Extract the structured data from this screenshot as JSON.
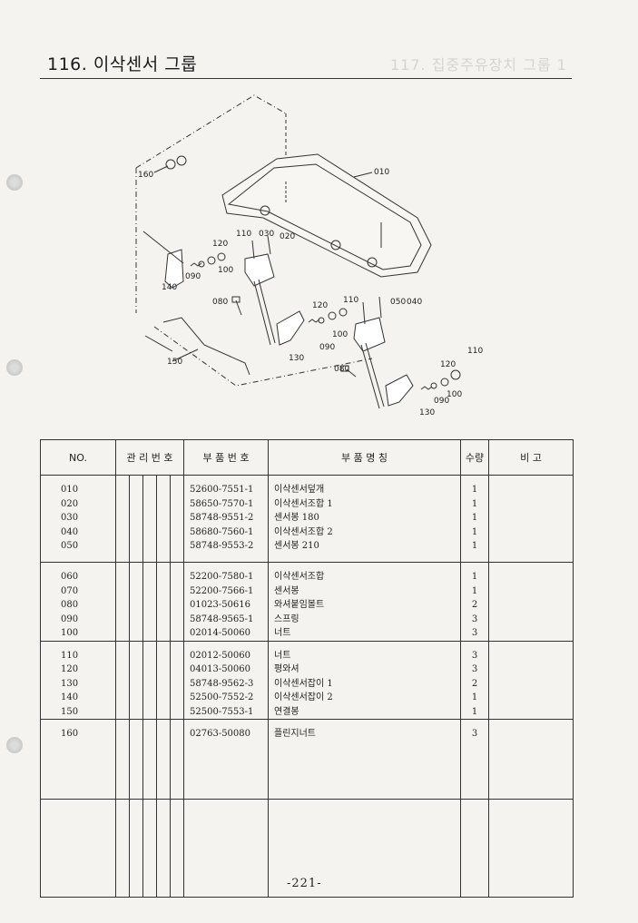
{
  "page": {
    "title": "116. 이삭센서 그룹",
    "ghost_header": "117. 집중주유장치 그룹 1",
    "page_number": "-221-"
  },
  "diagram": {
    "callouts": [
      "010",
      "020",
      "030",
      "040",
      "050",
      "080",
      "090",
      "100",
      "110",
      "120",
      "130",
      "140",
      "150",
      "160",
      "110",
      "120",
      "090",
      "100",
      "080",
      "130",
      "120",
      "110",
      "090",
      "100"
    ]
  },
  "table": {
    "headers": {
      "no": "NO.",
      "mgmt": "관 리 번 호",
      "part_no": "부 품 번 호",
      "name": "부 품 명 칭",
      "qty": "수량",
      "remark": "비 고"
    },
    "groups": [
      {
        "rows": [
          {
            "no": "010",
            "part_no": "52600-7551-1",
            "name": "이삭센서덮개",
            "qty": "1"
          },
          {
            "no": "020",
            "part_no": "58650-7570-1",
            "name": "이삭센서조합 1",
            "qty": "1"
          },
          {
            "no": "030",
            "part_no": "58748-9551-2",
            "name": "센서봉 180",
            "qty": "1"
          },
          {
            "no": "040",
            "part_no": "58680-7560-1",
            "name": "이삭센서조합 2",
            "qty": "1"
          },
          {
            "no": "050",
            "part_no": "58748-9553-2",
            "name": "센서봉 210",
            "qty": "1"
          }
        ]
      },
      {
        "rows": [
          {
            "no": "060",
            "part_no": "52200-7580-1",
            "name": "이삭센서조합",
            "qty": "1"
          },
          {
            "no": "070",
            "part_no": "52200-7566-1",
            "name": "센서봉",
            "qty": "1"
          },
          {
            "no": "080",
            "part_no": "01023-50616",
            "name": "와셔붙임볼트",
            "qty": "2"
          },
          {
            "no": "090",
            "part_no": "58748-9565-1",
            "name": "스프링",
            "qty": "3"
          },
          {
            "no": "100",
            "part_no": "02014-50060",
            "name": "너트",
            "qty": "3"
          }
        ]
      },
      {
        "rows": [
          {
            "no": "110",
            "part_no": "02012-50060",
            "name": "너트",
            "qty": "3"
          },
          {
            "no": "120",
            "part_no": "04013-50060",
            "name": "평와셔",
            "qty": "3"
          },
          {
            "no": "130",
            "part_no": "58748-9562-3",
            "name": "이삭센서잡이 1",
            "qty": "2"
          },
          {
            "no": "140",
            "part_no": "52500-7552-2",
            "name": "이삭센서잡이 2",
            "qty": "1"
          },
          {
            "no": "150",
            "part_no": "52500-7553-1",
            "name": "연결봉",
            "qty": "1"
          }
        ]
      },
      {
        "rows": [
          {
            "no": "160",
            "part_no": "02763-50080",
            "name": "플린지너트",
            "qty": "3"
          }
        ]
      },
      {
        "rows": []
      }
    ]
  }
}
